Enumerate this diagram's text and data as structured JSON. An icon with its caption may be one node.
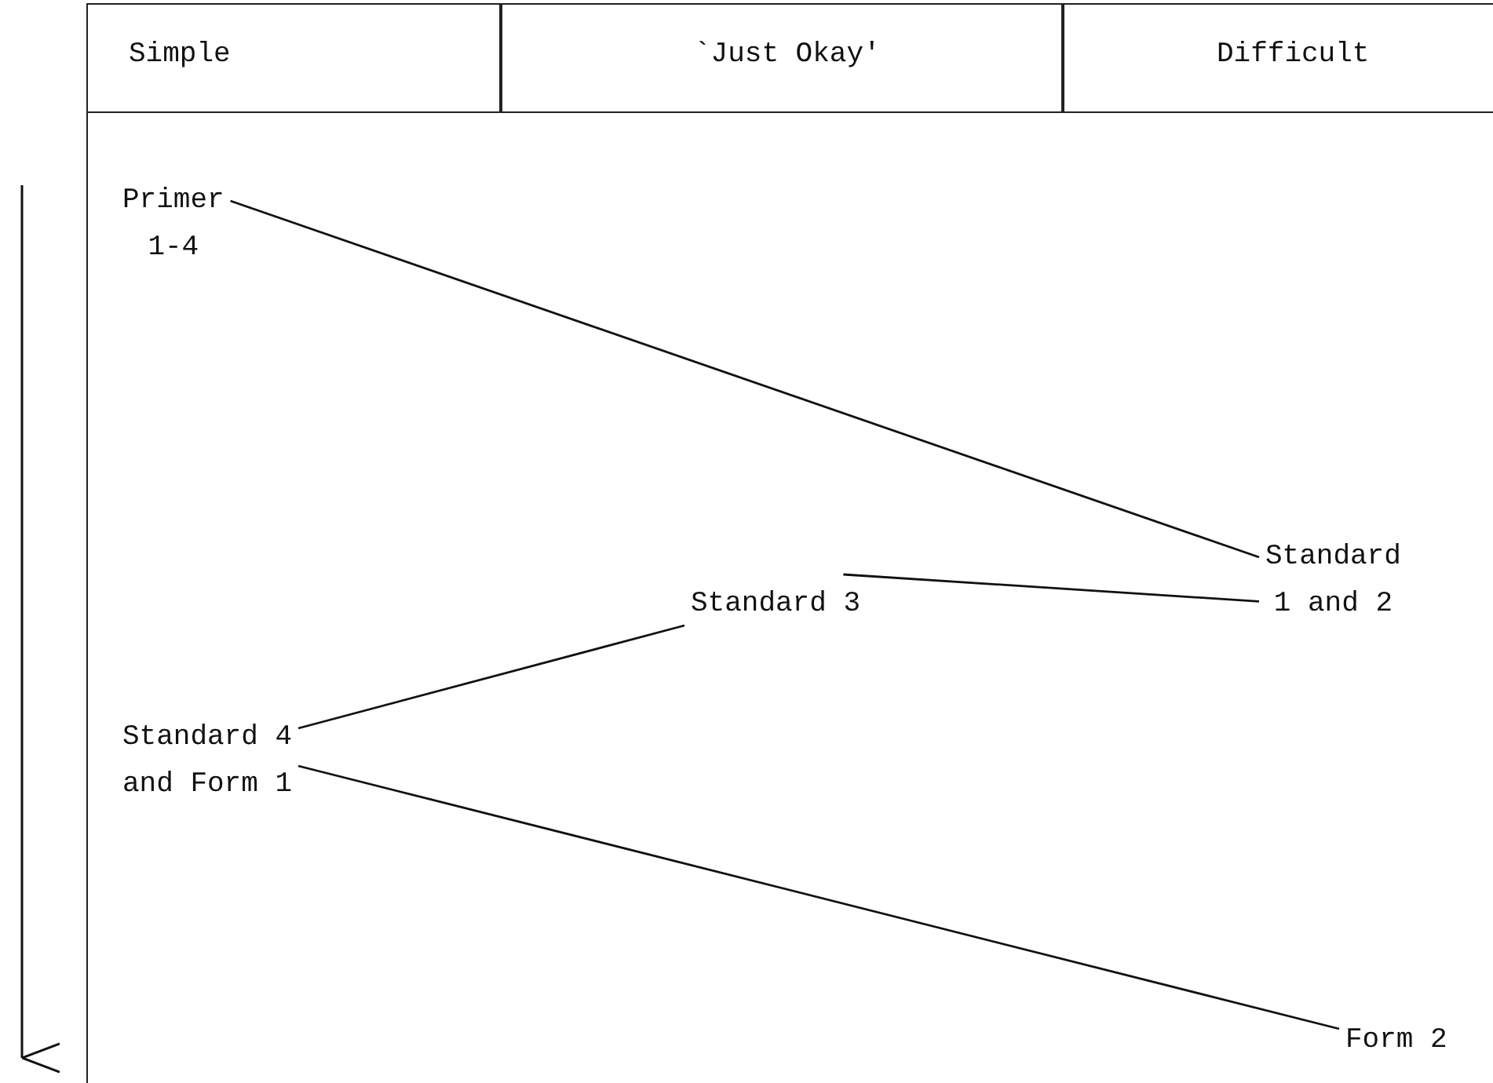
{
  "diagram": {
    "nodes": [
      {
        "text": [
          "Primer 1-4"
        ]
      },
      {
        "text": [
          "Standard 1 and 2"
        ]
      },
      {
        "text": [
          "Standard 3"
        ]
      },
      {
        "text": [
          "Standard 4 and Form 1"
        ]
      },
      {
        "text": [
          "Form 2"
        ]
      }
    ],
    "edges": [
      {
        "from": 0,
        "to": 1,
        "arrow": "none"
      },
      {
        "from": 1,
        "to": 2,
        "arrow": "none"
      },
      {
        "from": 2,
        "to": 3,
        "arrow": "none"
      },
      {
        "from": 3,
        "to": 4,
        "arrow": "none"
      }
    ],
    "labels": [
      "Simple",
      "`Just Okay'",
      "Difficult"
    ]
  }
}
